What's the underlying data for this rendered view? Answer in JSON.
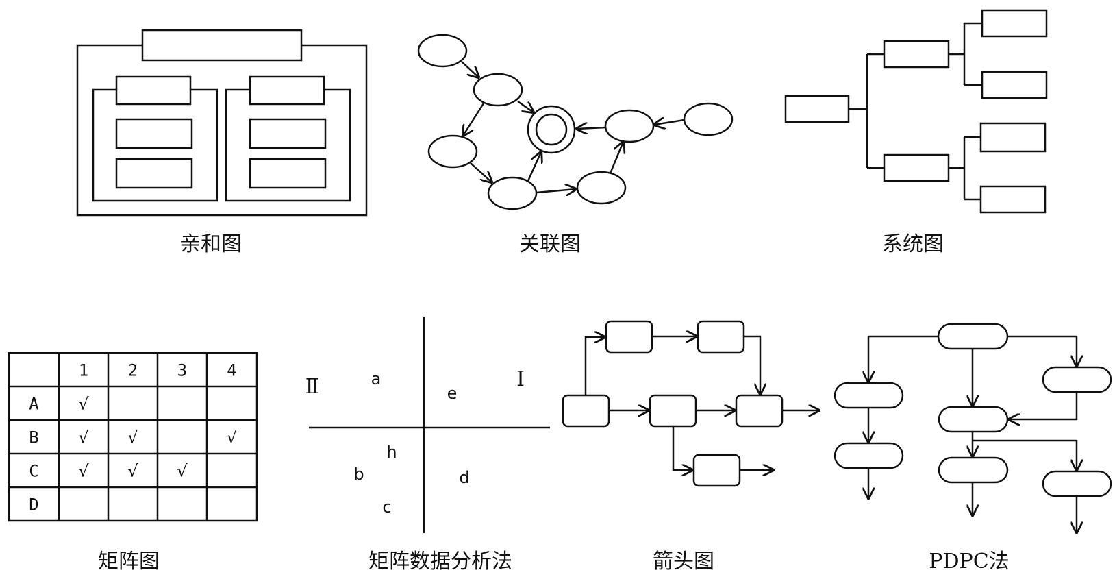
{
  "captions": {
    "affinity": "亲和图",
    "relation": "关联图",
    "system": "系统图",
    "matrix": "矩阵图",
    "matrix_data": "矩阵数据分析法",
    "arrow": "箭头图",
    "pdpc": "PDPC法"
  },
  "matrix": {
    "col_headers": [
      "1",
      "2",
      "3",
      "4"
    ],
    "row_headers": [
      "A",
      "B",
      "C",
      "D"
    ],
    "checks": [
      [
        true,
        false,
        false,
        false
      ],
      [
        true,
        true,
        false,
        true
      ],
      [
        true,
        true,
        true,
        false
      ],
      [
        false,
        false,
        false,
        false
      ]
    ],
    "check_mark": "√"
  },
  "quadrant": {
    "quadrant_labels": {
      "ii": "Ⅱ",
      "i": "Ⅰ"
    },
    "points": {
      "a": "a",
      "e": "e",
      "h": "h",
      "b": "b",
      "d": "d",
      "c": "c"
    }
  }
}
